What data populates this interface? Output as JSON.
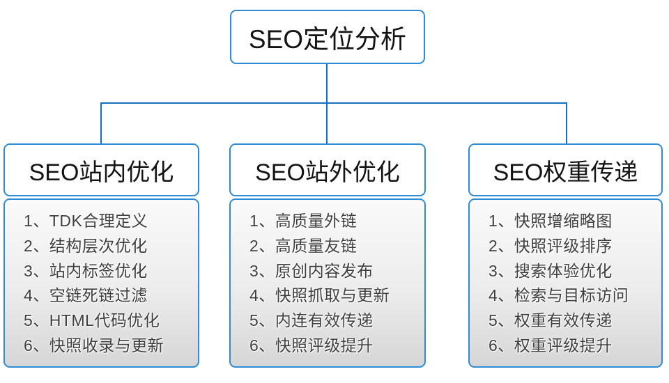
{
  "diagram": {
    "root": {
      "title": "SEO定位分析"
    },
    "columns": [
      {
        "title": "SEO站内优化",
        "items": [
          "1、TDK合理定义",
          "2、结构层次优化",
          "3、站内标签优化",
          "4、空链死链过滤",
          "5、HTML代码优化",
          "6、快照收录与更新"
        ]
      },
      {
        "title": "SEO站外优化",
        "items": [
          "1、高质量外链",
          "2、高质量友链",
          "3、原创内容发布",
          "4、快照抓取与更新",
          "5、内连有效传递",
          "6、快照评级提升"
        ]
      },
      {
        "title": "SEO权重传递",
        "items": [
          "1、快照增缩略图",
          "2、快照评级排序",
          "3、搜索体验优化",
          "4、检索与目标访问",
          "5、权重有效传递",
          "6、权重评级提升"
        ]
      }
    ],
    "colors": {
      "box_border": "#2E8BD4",
      "connector_line": "#1470BE",
      "list_bg_top": "#fafafa",
      "list_bg_bottom": "#d6d6d6",
      "list_text": "#3e3e3e",
      "header_text": "#141414"
    }
  }
}
